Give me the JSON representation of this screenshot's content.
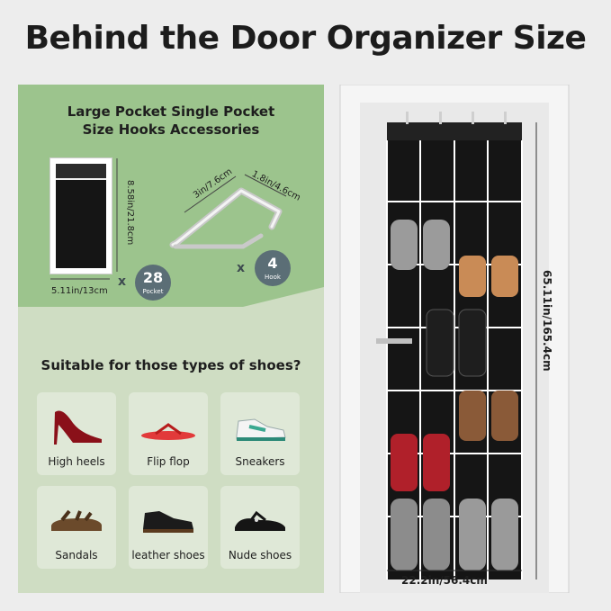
{
  "title": "Behind the Door Organizer Size",
  "accessories": {
    "heading_line1": "Large Pocket Single Pocket",
    "heading_line2": "Size Hooks Accessories",
    "pocket_height": "8.58in/21.8cm",
    "pocket_width": "5.11in/13cm",
    "pocket_count": "28",
    "pocket_unit": "Pocket",
    "hook_length": "3in/7.6cm",
    "hook_depth": "1.8in/4.6cm",
    "hook_count": "4",
    "hook_unit": "Hook",
    "times_symbol": "x"
  },
  "shoes": {
    "heading": "Suitable for those types of shoes?",
    "types": [
      {
        "label": "High heels",
        "icon": "high-heel-icon"
      },
      {
        "label": "Flip flop",
        "icon": "flip-flop-icon"
      },
      {
        "label": "Sneakers",
        "icon": "sneaker-icon"
      },
      {
        "label": "Sandals",
        "icon": "sandal-icon"
      },
      {
        "label": "leather shoes",
        "icon": "leather-shoe-icon"
      },
      {
        "label": "Nude shoes",
        "icon": "flat-shoe-icon"
      }
    ]
  },
  "door": {
    "height_label": "65.11in/165.4cm",
    "width_label": "22.2in/56.4cm"
  },
  "colors": {
    "green_dark": "#9cc48d",
    "green_light": "#cfddc3",
    "badge": "#5b6e76",
    "organizer": "#151515"
  }
}
